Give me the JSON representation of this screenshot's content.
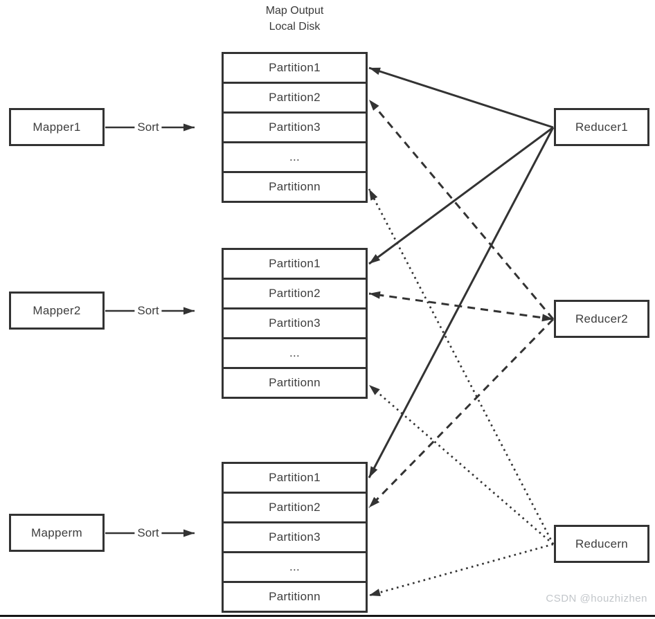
{
  "title": {
    "line1": "Map Output",
    "line2": "Local Disk"
  },
  "sort_label": "Sort",
  "mappers": [
    {
      "label": "Mapper1"
    },
    {
      "label": "Mapper2"
    },
    {
      "label": "Mapperm"
    }
  ],
  "tables": [
    {
      "rows": [
        "Partition1",
        "Partition2",
        "Partition3",
        "...",
        "Partitionn"
      ]
    },
    {
      "rows": [
        "Partition1",
        "Partition2",
        "Partition3",
        "...",
        "Partitionn"
      ]
    },
    {
      "rows": [
        "Partition1",
        "Partition2",
        "Partition3",
        "...",
        "Partitionn"
      ]
    }
  ],
  "reducers": [
    {
      "label": "Reducer1"
    },
    {
      "label": "Reducer2"
    },
    {
      "label": "Reducern"
    }
  ],
  "edges": [
    {
      "name": "sort-arrow-mapper1",
      "from": "mapper1_right",
      "to": "sort1_tip",
      "style": "plain"
    },
    {
      "name": "sort-arrow-mapper2",
      "from": "mapper2_right",
      "to": "sort2_tip",
      "style": "plain"
    },
    {
      "name": "sort-arrow-mapperm",
      "from": "mapperm_right",
      "to": "sortm_tip",
      "style": "plain"
    },
    {
      "name": "fetch-reducer1-table1-partition1",
      "from": "reducer1_left",
      "to": "t1_partition1",
      "style": "solid"
    },
    {
      "name": "fetch-reducer1-table2-partition1",
      "from": "reducer1_left",
      "to": "t2_partition1",
      "style": "solid"
    },
    {
      "name": "fetch-reducer1-table3-partition1",
      "from": "reducer1_left",
      "to": "t3_partition1",
      "style": "solid"
    },
    {
      "name": "fetch-reducer2-table1-partition2",
      "from": "reducer2_left",
      "to": "t1_partition2",
      "style": "dashed"
    },
    {
      "name": "fetch-reducer2-table2-partition2",
      "from": "reducer2_left",
      "to": "t2_partition2",
      "style": "dashed",
      "arrow_both_ends": true
    },
    {
      "name": "fetch-reducer2-table3-partition2",
      "from": "reducer2_left",
      "to": "t3_partition2",
      "style": "dashed"
    },
    {
      "name": "fetch-reducern-table1-partitionn",
      "from": "reducern_left",
      "to": "t1_partitionn",
      "style": "dotted"
    },
    {
      "name": "fetch-reducern-table2-partitionn",
      "from": "reducern_left",
      "to": "t2_partitionn",
      "style": "dotted"
    },
    {
      "name": "fetch-reducern-table3-partitionn",
      "from": "reducern_left",
      "to": "t3_partitionn",
      "style": "dotted"
    }
  ],
  "watermark": "CSDN @houzhizhen",
  "colors": {
    "stroke": "#333333",
    "text": "#3d3d3d",
    "watermark": "#c2c6ca",
    "rule": "#161616"
  }
}
